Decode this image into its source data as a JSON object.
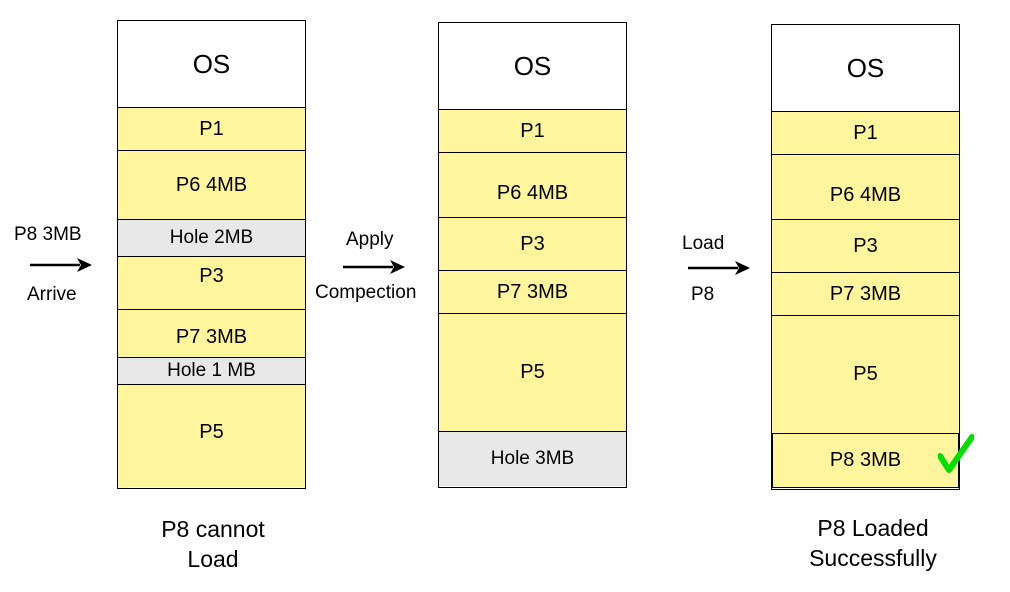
{
  "columns": [
    {
      "blocks": [
        {
          "label": "OS",
          "kind": "os"
        },
        {
          "label": "P1",
          "kind": "proc"
        },
        {
          "label": "P6 4MB",
          "kind": "proc"
        },
        {
          "label": "Hole 2MB",
          "kind": "hole"
        },
        {
          "label": "P3",
          "kind": "proc"
        },
        {
          "label": "P7 3MB",
          "kind": "proc"
        },
        {
          "label": "Hole 1 MB",
          "kind": "hole"
        },
        {
          "label": "P5",
          "kind": "proc"
        }
      ],
      "caption": [
        "P8 cannot",
        "Load"
      ]
    },
    {
      "blocks": [
        {
          "label": "OS",
          "kind": "os"
        },
        {
          "label": "P1",
          "kind": "proc"
        },
        {
          "label": "P6 4MB",
          "kind": "proc"
        },
        {
          "label": "P3",
          "kind": "proc"
        },
        {
          "label": "P7 3MB",
          "kind": "proc"
        },
        {
          "label": "P5",
          "kind": "proc"
        },
        {
          "label": "Hole 3MB",
          "kind": "hole"
        }
      ],
      "caption": []
    },
    {
      "blocks": [
        {
          "label": "OS",
          "kind": "os"
        },
        {
          "label": "P1",
          "kind": "proc"
        },
        {
          "label": "P6 4MB",
          "kind": "proc"
        },
        {
          "label": "P3",
          "kind": "proc"
        },
        {
          "label": "P7 3MB",
          "kind": "proc"
        },
        {
          "label": "P5",
          "kind": "proc"
        },
        {
          "label": "P8 3MB",
          "kind": "proc"
        }
      ],
      "caption": [
        "P8 Loaded",
        "Successfully"
      ]
    }
  ],
  "arrows": [
    {
      "top": "P8 3MB",
      "bottom": "Arrive"
    },
    {
      "top": "Apply",
      "bottom": "Compection"
    },
    {
      "top": "Load",
      "bottom": "P8"
    }
  ],
  "success_icon": "green-checkmark-icon",
  "colors": {
    "process": "#fff59d",
    "hole": "#e8e8e8",
    "check": "#00e000"
  }
}
